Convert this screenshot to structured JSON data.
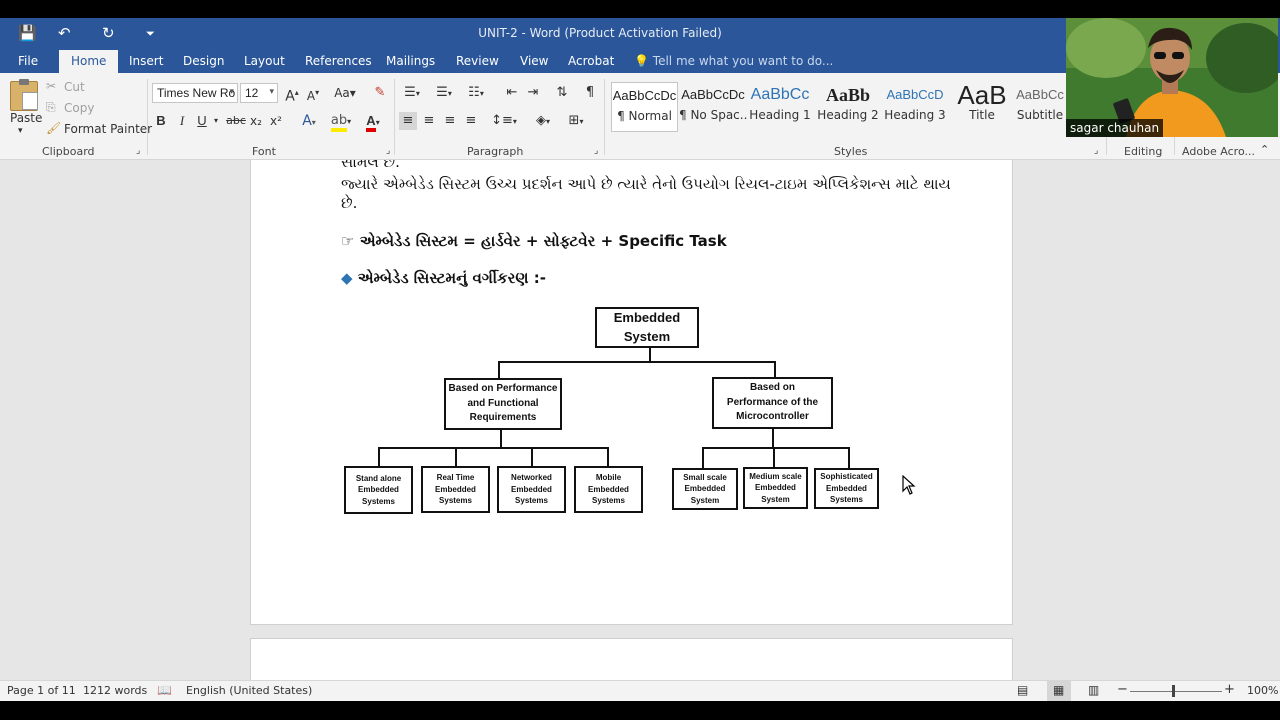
{
  "titlebar": {
    "title": "UNIT-2 - Word (Product Activation Failed)",
    "qat": {
      "save": "💾",
      "undo": "↶",
      "repeat": "↻",
      "customize": "⏷"
    }
  },
  "tabs": [
    "File",
    "Home",
    "Insert",
    "Design",
    "Layout",
    "References",
    "Mailings",
    "Review",
    "View",
    "Acrobat"
  ],
  "active_tab": "Home",
  "tell_me": "Tell me what you want to do...",
  "ribbon": {
    "clipboard": {
      "label": "Clipboard",
      "paste": "Paste",
      "cut": "Cut",
      "copy": "Copy",
      "format_painter": "Format Painter"
    },
    "font": {
      "label": "Font",
      "font_name": "Times New Ro",
      "font_size": "12",
      "bold": "B",
      "italic": "I",
      "underline": "U",
      "strikethrough": "abc",
      "subscript": "x₂",
      "superscript": "x²",
      "case": "Aa"
    },
    "paragraph": {
      "label": "Paragraph"
    },
    "styles": {
      "label": "Styles",
      "items": [
        {
          "preview": "AaBbCcDc",
          "name": "¶ Normal"
        },
        {
          "preview": "AaBbCcDc",
          "name": "¶ No Spac..."
        },
        {
          "preview": "AaBbCc",
          "name": "Heading 1"
        },
        {
          "preview": "AaBb",
          "name": "Heading 2"
        },
        {
          "preview": "AaBbCcD",
          "name": "Heading 3"
        },
        {
          "preview": "AaB",
          "name": "Title"
        },
        {
          "preview": "AaBbCc",
          "name": "Subtitle"
        }
      ]
    },
    "editing": {
      "label": "Editing"
    },
    "adobe": {
      "label": "Adobe Acro..."
    }
  },
  "webcam": {
    "name": "sagar chauhan"
  },
  "document": {
    "line_partial": "સામેલ છે.",
    "line1": "જ્યારે એમ્બેડેડ સિસ્ટમ ઉચ્ચ પ્રદર્શન આપે છે ત્યારે તેનો ઉપયોગ રિયલ-ટાઇમ એપ્લિકેશન્સ માટે થાય",
    "line2": "છે.",
    "formula_bullet": "☞",
    "formula": "એમ્બેડેડ સિસ્ટમ = હાર્ડવેર + સોફ્ટવેર + Specific Task",
    "heading_bullet": "◆",
    "heading": "એમ્બેડેડ સિસ્ટમનું વર્ગીકરણ :-"
  },
  "diagram": {
    "root": "Embedded System",
    "left": {
      "label": "Based on Performance and Functional Requirements",
      "children": [
        "Stand alone Embedded Systems",
        "Real Time Embedded Systems",
        "Networked Embedded Systems",
        "Mobile Embedded Systems"
      ]
    },
    "right": {
      "label": "Based on Performance of the Microcontroller",
      "children": [
        "Small scale Embedded System",
        "Medium scale Embedded System",
        "Sophisticated Embedded Systems"
      ]
    }
  },
  "status": {
    "page": "Page 1 of 11",
    "words": "1212 words",
    "language": "English (United States)",
    "zoom": "100%"
  }
}
